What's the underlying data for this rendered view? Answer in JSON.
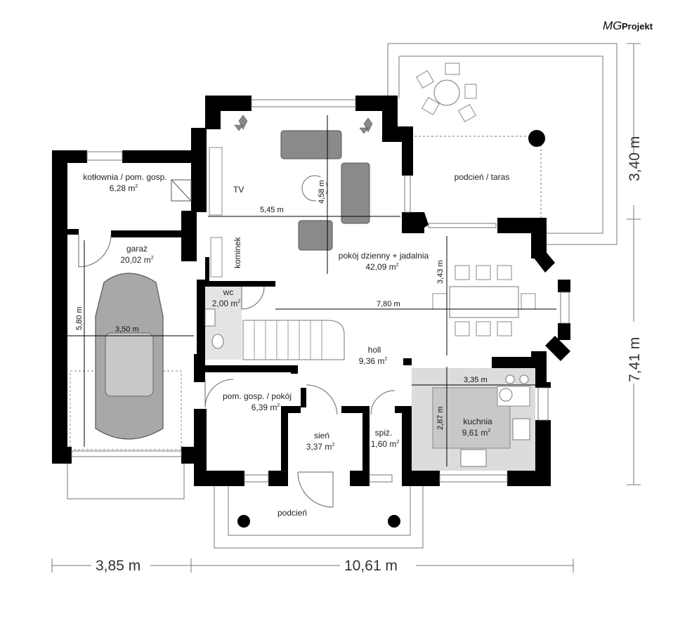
{
  "brand": {
    "mg": "MG",
    "projekt": "Projekt"
  },
  "rooms": {
    "kotlownia": {
      "name": "kotłownia / pom. gosp.",
      "area": "6,28 m"
    },
    "garaz": {
      "name": "garaż",
      "area": "20,02 m"
    },
    "wc": {
      "name": "wc",
      "area": "2,00 m"
    },
    "pokoj_dzienny": {
      "name": "pokój dzienny + jadalnia",
      "area": "42,09 m"
    },
    "podcien_taras": {
      "name": "podcień / taras"
    },
    "holl": {
      "name": "holl",
      "area": "9,36 m"
    },
    "kuchnia": {
      "name": "kuchnia",
      "area": "9,61 m"
    },
    "pom_gosp_pokoj": {
      "name": "pom. gosp. / pokój",
      "area": "6,39 m"
    },
    "sien": {
      "name": "sień",
      "area": "3,37 m"
    },
    "spiz": {
      "name": "spiż.",
      "area": "1,60 m"
    },
    "podcien": {
      "name": "podcień"
    }
  },
  "area_unit_exponent": "2",
  "labels": {
    "tv": "TV",
    "kominek": "kominek"
  },
  "dimensions": {
    "d_4_58": "4,58 m",
    "d_5_45": "5,45 m",
    "d_3_43": "3,43 m",
    "d_7_80": "7,80 m",
    "d_3_50": "3,50 m",
    "d_5_80": "5,80 m",
    "d_3_35": "3,35 m",
    "d_2_87": "2,87 m",
    "d_3_40": "3,40 m",
    "d_7_41": "7,41 m",
    "d_3_85": "3,85 m",
    "d_10_61": "10,61 m"
  }
}
